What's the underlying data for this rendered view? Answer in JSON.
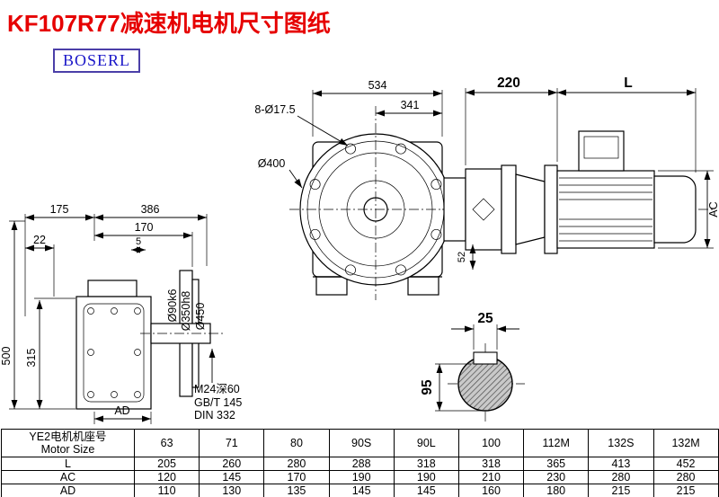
{
  "page": {
    "title": "KF107R77减速机电机尺寸图纸",
    "brand": "BOSERL"
  },
  "colors": {
    "title": "#e60000",
    "brand_text": "#1a16c8",
    "brand_border": "#4b3fa8",
    "line": "#000000"
  },
  "dims": {
    "w534": "534",
    "w341": "341",
    "boltHoles": "8-Ø17.5",
    "flangeDia": "Ø400",
    "a220": "220",
    "motorL": "L",
    "motorAC": "AC",
    "a52": "52",
    "l175": "175",
    "l386": "386",
    "l170": "170",
    "l22": "22",
    "l5": "5",
    "h500": "500",
    "h315": "315",
    "shaftDia": "Ø90k6",
    "spigotDia": "Ø350h8",
    "flangeOD": "Ø450",
    "ad": "AD",
    "note1": "M24深60",
    "note2": "GB/T 145",
    "note3": "DIN 332",
    "key25": "25",
    "sec95": "95"
  },
  "table": {
    "header_label_cn": "YE2电机机座号",
    "header_label_en": "Motor Size",
    "sizes": [
      "63",
      "71",
      "80",
      "90S",
      "90L",
      "100",
      "112M",
      "132S",
      "132M"
    ],
    "rows": [
      {
        "label": "L",
        "values": [
          "205",
          "260",
          "280",
          "288",
          "318",
          "318",
          "365",
          "413",
          "452"
        ]
      },
      {
        "label": "AC",
        "values": [
          "120",
          "145",
          "170",
          "190",
          "190",
          "210",
          "230",
          "280",
          "280"
        ]
      },
      {
        "label": "AD",
        "values": [
          "110",
          "130",
          "135",
          "145",
          "145",
          "160",
          "180",
          "215",
          "215"
        ]
      }
    ]
  }
}
